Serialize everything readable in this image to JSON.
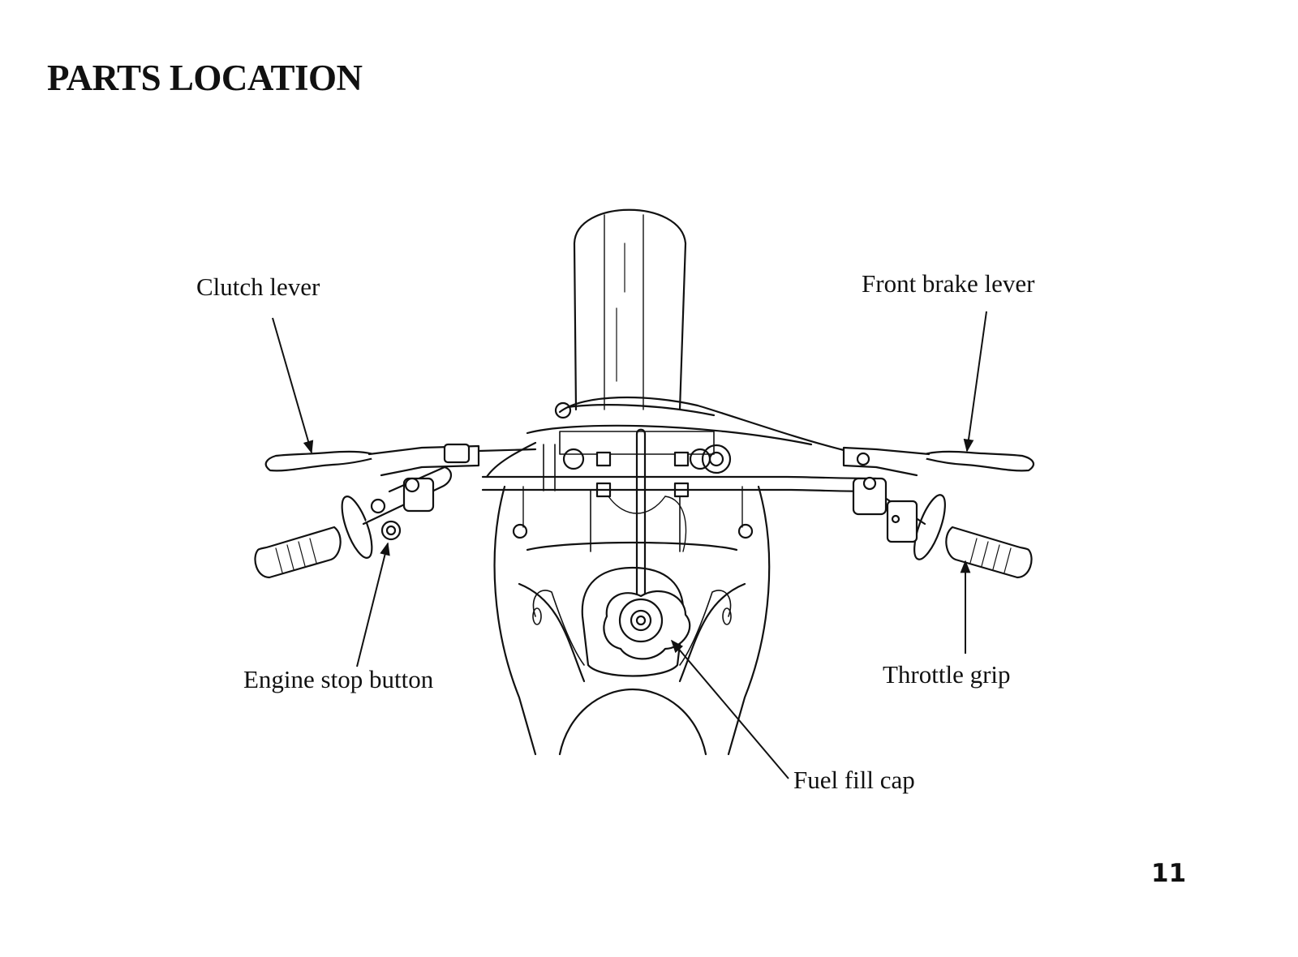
{
  "title": "PARTS LOCATION",
  "callouts": {
    "clutch_lever": "Clutch lever",
    "front_brake_lever": "Front brake lever",
    "engine_stop_button": "Engine stop button",
    "throttle_grip": "Throttle grip",
    "fuel_fill_cap": "Fuel fill cap"
  },
  "page_number": "11"
}
